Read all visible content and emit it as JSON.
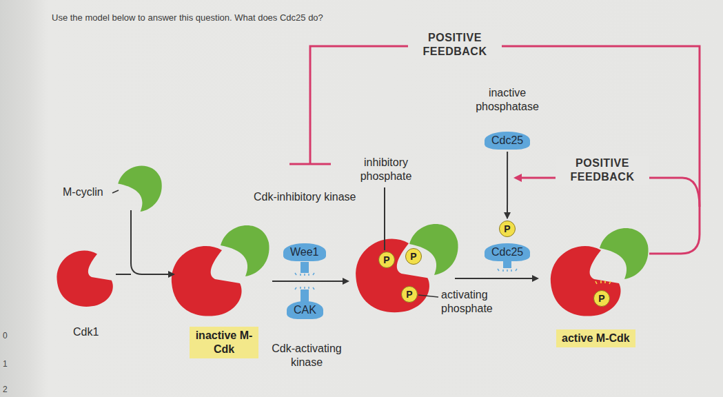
{
  "diagram": {
    "title": "Use the model below to answer this question. What does Cdc25 do?",
    "nodes": [
      {
        "text": [
          "Wee1"
        ]
      },
      {
        "text": [
          "CAK"
        ]
      },
      {
        "text": [
          "Cdc25"
        ]
      },
      {
        "text": [
          "Cdc25"
        ]
      },
      {
        "text": [
          "P"
        ]
      },
      {
        "text": [
          "P"
        ]
      },
      {
        "text": [
          "P"
        ]
      },
      {
        "text": [
          "P"
        ]
      },
      {
        "text": [
          "P"
        ]
      },
      {
        "text": [
          "inactive M-Cdk"
        ]
      },
      {
        "text": [
          "active M-Cdk"
        ]
      }
    ],
    "edges": [
      {
        "from": 2,
        "to": 4,
        "arrow": "to"
      }
    ],
    "labels": [
      "M-cyclin",
      "Cdk1",
      "Cdk-inhibitory kinase",
      "Cdk-activating kinase",
      "inhibitory phosphate",
      "activating phosphate",
      "inactive phosphatase",
      "POSITIVE FEEDBACK",
      "POSITIVE FEEDBACK",
      "0",
      "1",
      "2"
    ]
  }
}
